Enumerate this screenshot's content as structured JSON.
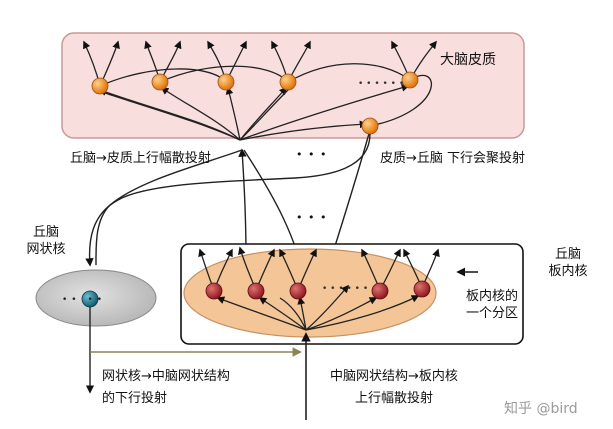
{
  "labels": {
    "cortex": "大脑皮质",
    "thalamocortical": "丘脑→皮质上行幅散投射",
    "corticothalamic": "皮质→丘脑 下行会聚投射",
    "reticular_line1": "丘脑",
    "reticular_line2": "网状核",
    "intralaminar_line1": "丘脑",
    "intralaminar_line2": "板内核",
    "subdivision_line1": "板内核的",
    "subdivision_line2": "一个分区",
    "reticular_to_mid_line1": "网状核→中脑网状结构",
    "reticular_to_mid_line2": "的下行投射",
    "mid_to_intralaminar_line1": "中脑网状结构→板内核",
    "mid_to_intralaminar_line2": "上行幅散投射",
    "ellipsis_mid1": "• • •",
    "ellipsis_mid2": "• • •",
    "ellipsis_cortex": "• • • • • •",
    "ellipsis_intralaminar": "• • • • • •",
    "ellipsis_reticular": "•• ••"
  },
  "watermark": "知乎 @bird",
  "colors": {
    "cortex_fill": "#f9dede",
    "cortex_stroke": "#c89898",
    "cortex_neuron": "#f28a1a",
    "intralaminar_fill": "#f3c597",
    "intralaminar_neuron": "#a8242b",
    "reticular_fill": "#c9c9c9",
    "reticular_neuron": "#1d6f88",
    "olive_arrow": "#8a8456"
  }
}
